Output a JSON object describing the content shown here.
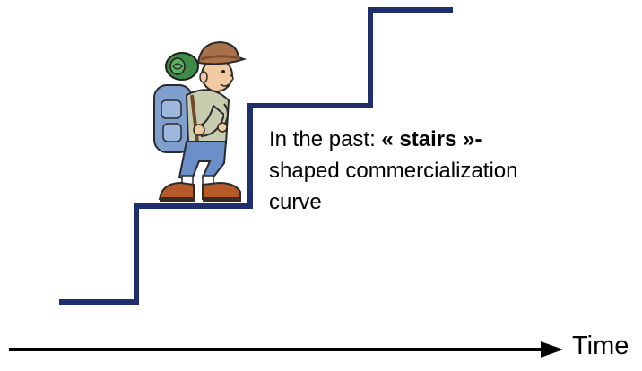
{
  "caption": {
    "line1_prefix": "In the past: ",
    "line1_emphasis": "« stairs »-",
    "line2": "shaped commercialization",
    "line3": "curve"
  },
  "axis": {
    "label": "Time"
  },
  "colors": {
    "stairs": "#1f2f6e",
    "axis": "#000000",
    "text": "#000000"
  },
  "icons": {
    "hiker": "hiker-with-backpack-illustration"
  }
}
